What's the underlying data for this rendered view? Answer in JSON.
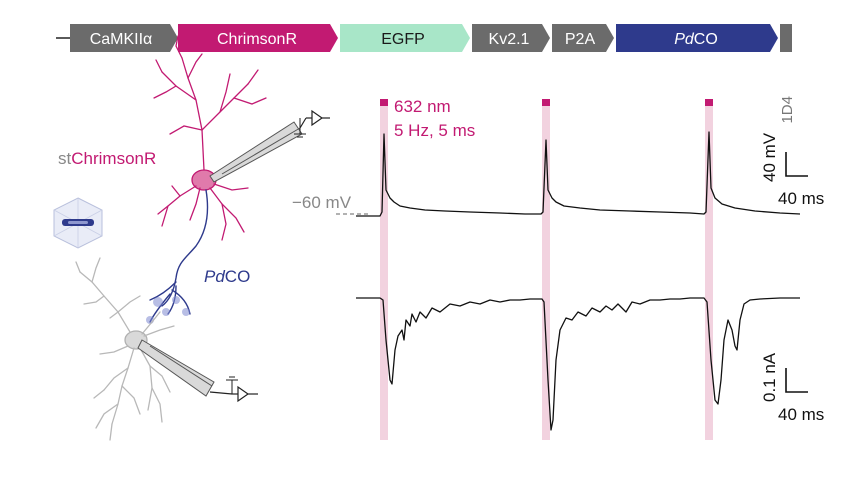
{
  "construct": {
    "segments": [
      {
        "label": "CaMKIIα",
        "color": "#6b6b6b",
        "text_color": "#ffffff"
      },
      {
        "label": "ChrimsonR",
        "color": "#c21a72",
        "text_color": "#ffffff"
      },
      {
        "label": "EGFP",
        "color": "#a8e6c8",
        "text_color": "#1a1a1a"
      },
      {
        "label": "Kv2.1",
        "color": "#6b6b6b",
        "text_color": "#ffffff"
      },
      {
        "label": "P2A",
        "color": "#6b6b6b",
        "text_color": "#ffffff"
      },
      {
        "label_italic": "Pd",
        "label_rest": "CO",
        "color": "#2e3a8c",
        "text_color": "#ffffff"
      }
    ],
    "tag": "1D4"
  },
  "labels": {
    "st_prefix": "st",
    "chrimson": "ChrimsonR",
    "pdco_italic": "Pd",
    "pdco_rest": "CO",
    "resting": "−60 mV"
  },
  "stim": {
    "wavelength": "632 nm",
    "protocol": "5 Hz, 5 ms",
    "color": "#c21a72",
    "bar_color": "#f2d2df"
  },
  "scalebars": {
    "voltage_y": "40 mV",
    "voltage_x": "40 ms",
    "current_y": "0.1 nA",
    "current_x": "40 ms"
  },
  "colors": {
    "chrimson": "#c21a72",
    "pdco": "#2e3a8c",
    "neuron_gray": "#b8b8b8",
    "trace": "#111111"
  }
}
